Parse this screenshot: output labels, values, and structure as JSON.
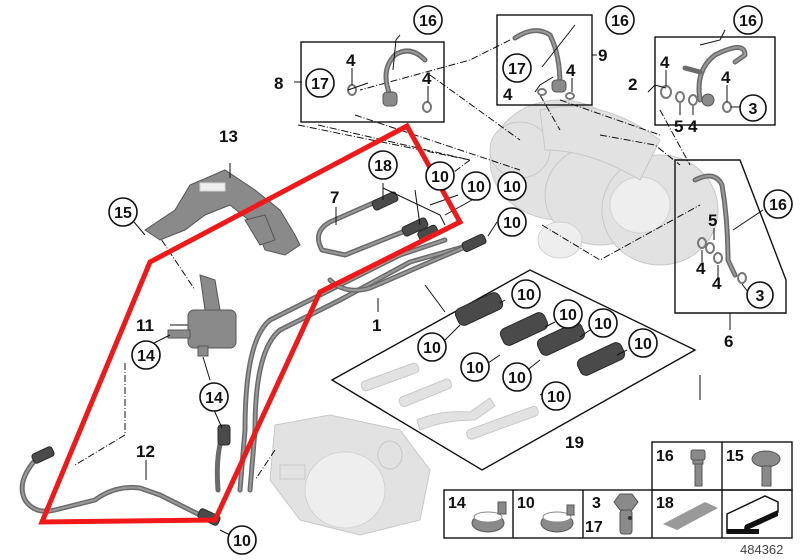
{
  "diagram": {
    "title": "Turbocharger oil / coolant lines exploded parts diagram",
    "document_number": "484362",
    "highlight_color": "#f01818",
    "callouts": {
      "c16a": "16",
      "c16b": "16",
      "c16c": "16",
      "c16d": "16",
      "c17a": "17",
      "c17b": "17",
      "c15": "15",
      "c18": "18",
      "c10a": "10",
      "c10b": "10",
      "c10c": "10",
      "c10d": "10",
      "c10e": "10",
      "c10f": "10",
      "c10g": "10",
      "c10h": "10",
      "c10i": "10",
      "c10j": "10",
      "c10k": "10",
      "c10l": "10",
      "c10m": "10",
      "c14a": "14",
      "c14b": "14",
      "c3a": "3",
      "c3b": "3"
    },
    "labels": {
      "l1": "1",
      "l2": "2",
      "l4a": "4",
      "l4b": "4",
      "l4c": "4",
      "l4d": "4",
      "l4e": "4",
      "l4f": "4",
      "l4g": "4",
      "l4h": "4",
      "l5a": "5",
      "l5b": "5",
      "l6": "6",
      "l7": "7",
      "l8": "8",
      "l9": "9",
      "l11": "11",
      "l12": "12",
      "l13": "13",
      "l19": "19"
    },
    "legend": {
      "items": [
        {
          "number": "16",
          "part": "hex-bolt"
        },
        {
          "number": "15",
          "part": "torx-pan-screw"
        },
        {
          "number": "14",
          "part": "hose-clamp"
        },
        {
          "number": "10",
          "part": "hose-clamp"
        },
        {
          "number": "3",
          "number2": "17",
          "part": "banjo-bolt"
        },
        {
          "number": "18",
          "part": "adhesive-strip"
        },
        {
          "number": "",
          "part": "arrow-symbol"
        }
      ]
    }
  }
}
